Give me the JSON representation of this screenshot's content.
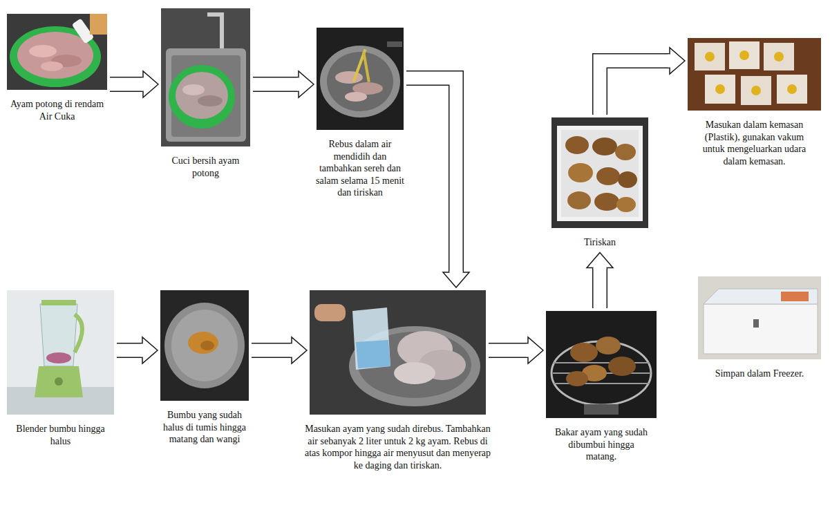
{
  "diagram": {
    "nodes": [
      {
        "text": [
          "Ayam potong di rendam Air Cuka"
        ]
      },
      {
        "text": [
          "Cuci bersih ayam potong"
        ]
      },
      {
        "text": [
          "Rebus dalam air mendidih dan tambahkan sereh dan salam selama 15 menit dan tiriskan"
        ]
      },
      {
        "text": [
          "Blender bumbu hingga halus"
        ]
      },
      {
        "text": [
          "Bumbu yang sudah halus di tumis hingga matang dan wangi"
        ]
      },
      {
        "text": [
          "Masukan ayam yang sudah direbus. Tambahkan air sebanyak 2 liter untuk 2 kg ayam. Rebus di atas kompor hingga air menyusut dan menyerap ke daging dan tiriskan."
        ]
      },
      {
        "text": [
          "Bakar ayam yang sudah dibumbui hingga matang."
        ]
      },
      {
        "text": [
          "Tiriskan"
        ]
      },
      {
        "text": [
          "Masukan dalam kemasan (Plastik), gunakan vakum untuk mengeluarkan udara dalam kemasan."
        ]
      },
      {
        "text": [
          "Simpan dalam Freezer."
        ]
      }
    ],
    "edges": [
      {
        "from": 0,
        "to": 1,
        "arrow": "to"
      },
      {
        "from": 1,
        "to": 2,
        "arrow": "to"
      },
      {
        "from": 2,
        "to": 5,
        "arrow": "to"
      },
      {
        "from": 3,
        "to": 4,
        "arrow": "to"
      },
      {
        "from": 4,
        "to": 5,
        "arrow": "to"
      },
      {
        "from": 5,
        "to": 6,
        "arrow": "to"
      },
      {
        "from": 6,
        "to": 7,
        "arrow": "to"
      },
      {
        "from": 7,
        "to": 8,
        "arrow": "to"
      }
    ]
  }
}
